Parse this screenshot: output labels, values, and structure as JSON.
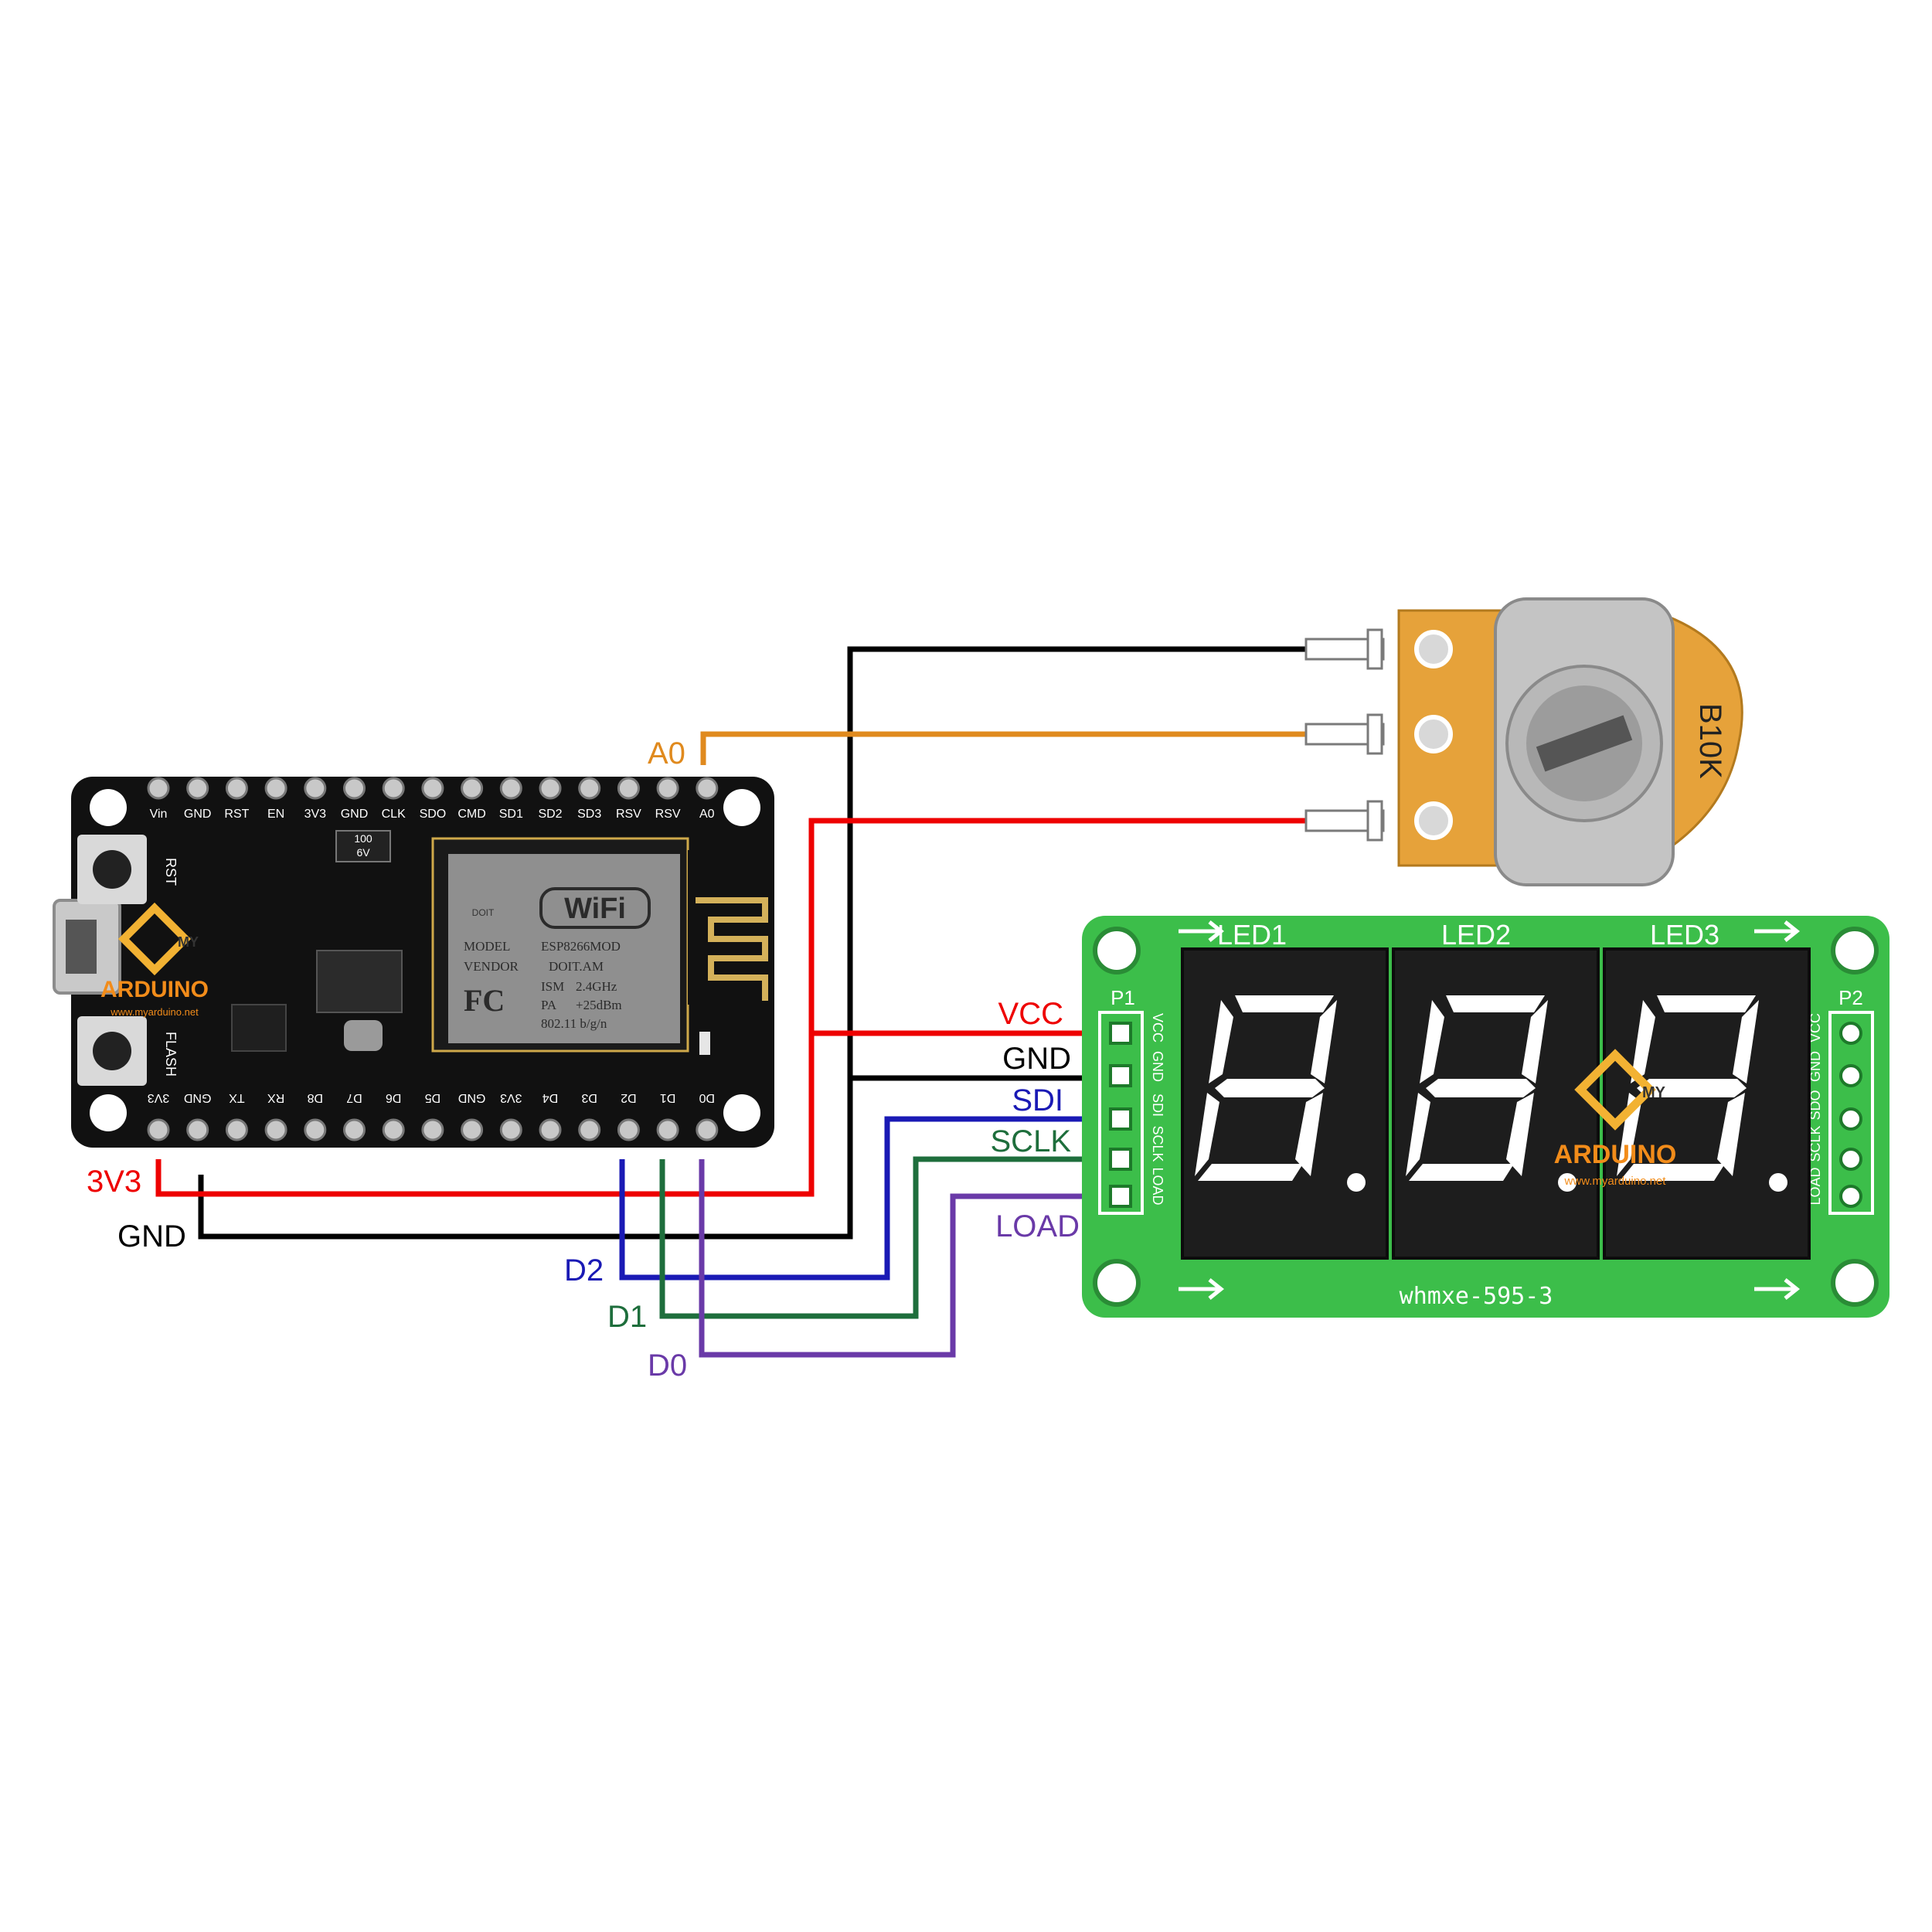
{
  "nodemcu": {
    "top_pins": [
      "Vin",
      "GND",
      "RST",
      "EN",
      "3V3",
      "GND",
      "CLK",
      "SDO",
      "CMD",
      "SD1",
      "SD2",
      "SD3",
      "RSV",
      "RSV",
      "A0"
    ],
    "bottom_pins": [
      "3V3",
      "GND",
      "TX",
      "RX",
      "D8",
      "D7",
      "D6",
      "D5",
      "GND",
      "3V3",
      "D4",
      "D3",
      "D2",
      "D1",
      "D0"
    ],
    "rst_label": "RST",
    "flash_label": "FLASH",
    "cap_label_1": "100",
    "cap_label_2": "6V",
    "module": {
      "brand": "DOIT",
      "wifi_label": "WiFi",
      "model_key": "MODEL",
      "model_value": "ESP8266MOD",
      "vendor_key": "VENDOR",
      "vendor_value": "DOIT.AM",
      "fc_label": "FC",
      "ism_key": "ISM",
      "ism_value": "2.4GHz",
      "pa_key": "PA",
      "pa_value": "+25dBm",
      "standard": "802.11 b/g/n"
    }
  },
  "pot": {
    "label": "B10K"
  },
  "display": {
    "header_labels": [
      "LED1",
      "LED2",
      "LED3"
    ],
    "p1_label": "P1",
    "p2_label": "P2",
    "p1_pins": [
      "VCC",
      "GND",
      "SDI",
      "SCLK",
      "LOAD"
    ],
    "p2_pins": [
      "VCC",
      "GND",
      "SDO",
      "SCLK",
      "LOAD"
    ],
    "model": "whmxe-595-3",
    "digits": [
      "8",
      "8",
      "8"
    ]
  },
  "wires": [
    {
      "id": "3v3",
      "color": "#ee0000",
      "from": "3V3",
      "to": "VCC",
      "also_to": "potentiometer pin 3"
    },
    {
      "id": "gnd",
      "color": "#000000",
      "from": "GND",
      "to": "GND",
      "also_to": "potentiometer pin 1"
    },
    {
      "id": "a0",
      "color": "#e08a1e",
      "from": "A0",
      "to": "potentiometer wiper"
    },
    {
      "id": "d2",
      "color": "#1a1ab5",
      "from": "D2",
      "to": "SDI"
    },
    {
      "id": "d1",
      "color": "#1e6e3c",
      "from": "D1",
      "to": "SCLK"
    },
    {
      "id": "d0",
      "color": "#6a3aa8",
      "from": "D0",
      "to": "LOAD"
    }
  ],
  "labels": {
    "a0": "A0",
    "v3v3": "3V3",
    "gnd_left": "GND",
    "d2": "D2",
    "d1": "D1",
    "d0": "D0",
    "vcc": "VCC",
    "gnd_right": "GND",
    "sdi": "SDI",
    "sclk": "SCLK",
    "load": "LOAD"
  },
  "watermark": {
    "brand_top": "MY",
    "brand": "ARDUINO",
    "url": "www.myarduino.net"
  },
  "colors": {
    "red": "#ee0000",
    "black": "#000000",
    "orange": "#e08a1e",
    "blue": "#1a1ab5",
    "green": "#1e6e3c",
    "purple": "#6a3aa8",
    "pcb_green": "#3cbe4a",
    "pcb_black": "#111111",
    "pot_body": "#e6a23a"
  }
}
